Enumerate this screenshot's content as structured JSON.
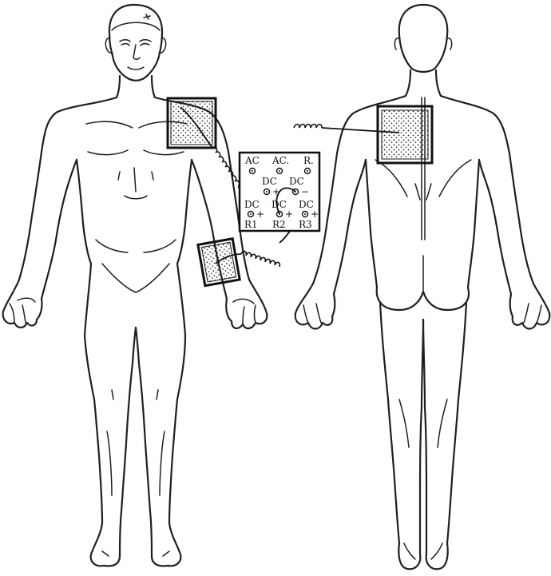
{
  "figure": {
    "panel": {
      "row1": {
        "ac_left": "AC",
        "ac_right": "AC.",
        "r": "R."
      },
      "row2": {
        "dc_left": "DC",
        "dc_right": "DC"
      },
      "row3": {
        "plus_mid": "+",
        "minus_right": "−"
      },
      "row4": {
        "dc_1": "DC",
        "dc_2": "DC",
        "dc_3": "DC"
      },
      "row5": {
        "plus_1": "+",
        "plus_2": "+",
        "plus_3": "+"
      },
      "row6": {
        "r1": "R1",
        "r2": "R2",
        "r3": "R3"
      }
    },
    "colors": {
      "ink": "#1f1f1f",
      "background": "#ffffff"
    }
  }
}
